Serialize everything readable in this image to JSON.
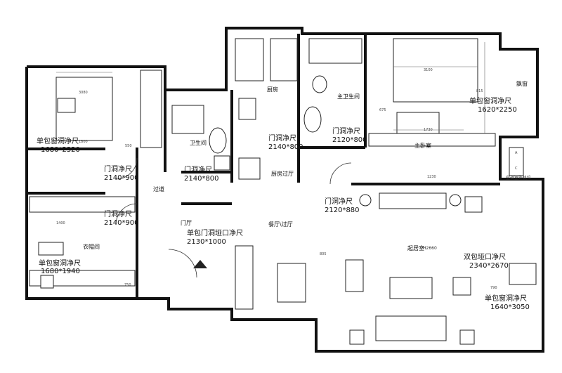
{
  "labels": {
    "bedroom_left_window": "单包窗洞净尺",
    "bedroom_left_window_size": "1680*2320",
    "wardrobe_window": "单包窗洞净尺",
    "wardrobe_window_size": "1680*1940",
    "door1": "门洞净尺",
    "door1_size": "2140*900",
    "door2": "门洞净尺",
    "door2_size": "2140*900",
    "bath_door": "门洞净尺",
    "bath_door_size": "2140*800",
    "kitchen_door": "门洞净尺",
    "kitchen_door_size": "2140*800",
    "master_bath_door": "门洞净尺",
    "master_bath_door_size": "2120*800",
    "master_door": "门洞净尺",
    "master_door_size": "2120*880",
    "entry_door": "单包门洞垭口净尺",
    "entry_door_size": "2130*1000",
    "bay_window": "单包窗洞净尺",
    "bay_window_size": "1620*2250",
    "living_opening": "双包垭口净尺",
    "living_opening_size": "2340*2670",
    "living_window": "单包窗洞净尺",
    "living_window_size": "1640*3050"
  },
  "rooms": {
    "kitchen": "厨房",
    "bathroom": "卫生间",
    "master_bath": "主卫生间",
    "master_bedroom": "主卧室",
    "corridor": "过道",
    "cloakroom": "衣帽间",
    "foyer": "门厅",
    "dining_corridor": "餐厅\\过厅",
    "kitchen_corridor": "厨房过厅",
    "living_room": "起居室",
    "living_height": "H2660",
    "bay": "飘窗",
    "ac_shelf": "空调室外机位"
  },
  "dims": {
    "d3080": "3080",
    "d1800": "1800",
    "d1400": "1400",
    "d3100": "3100",
    "d1730": "1730",
    "d1230": "1230",
    "d815": "815",
    "d675": "675",
    "d805": "805",
    "d790": "790",
    "d550": "550",
    "d750": "750"
  },
  "ac_letters": {
    "a": "A",
    "c": "C"
  }
}
